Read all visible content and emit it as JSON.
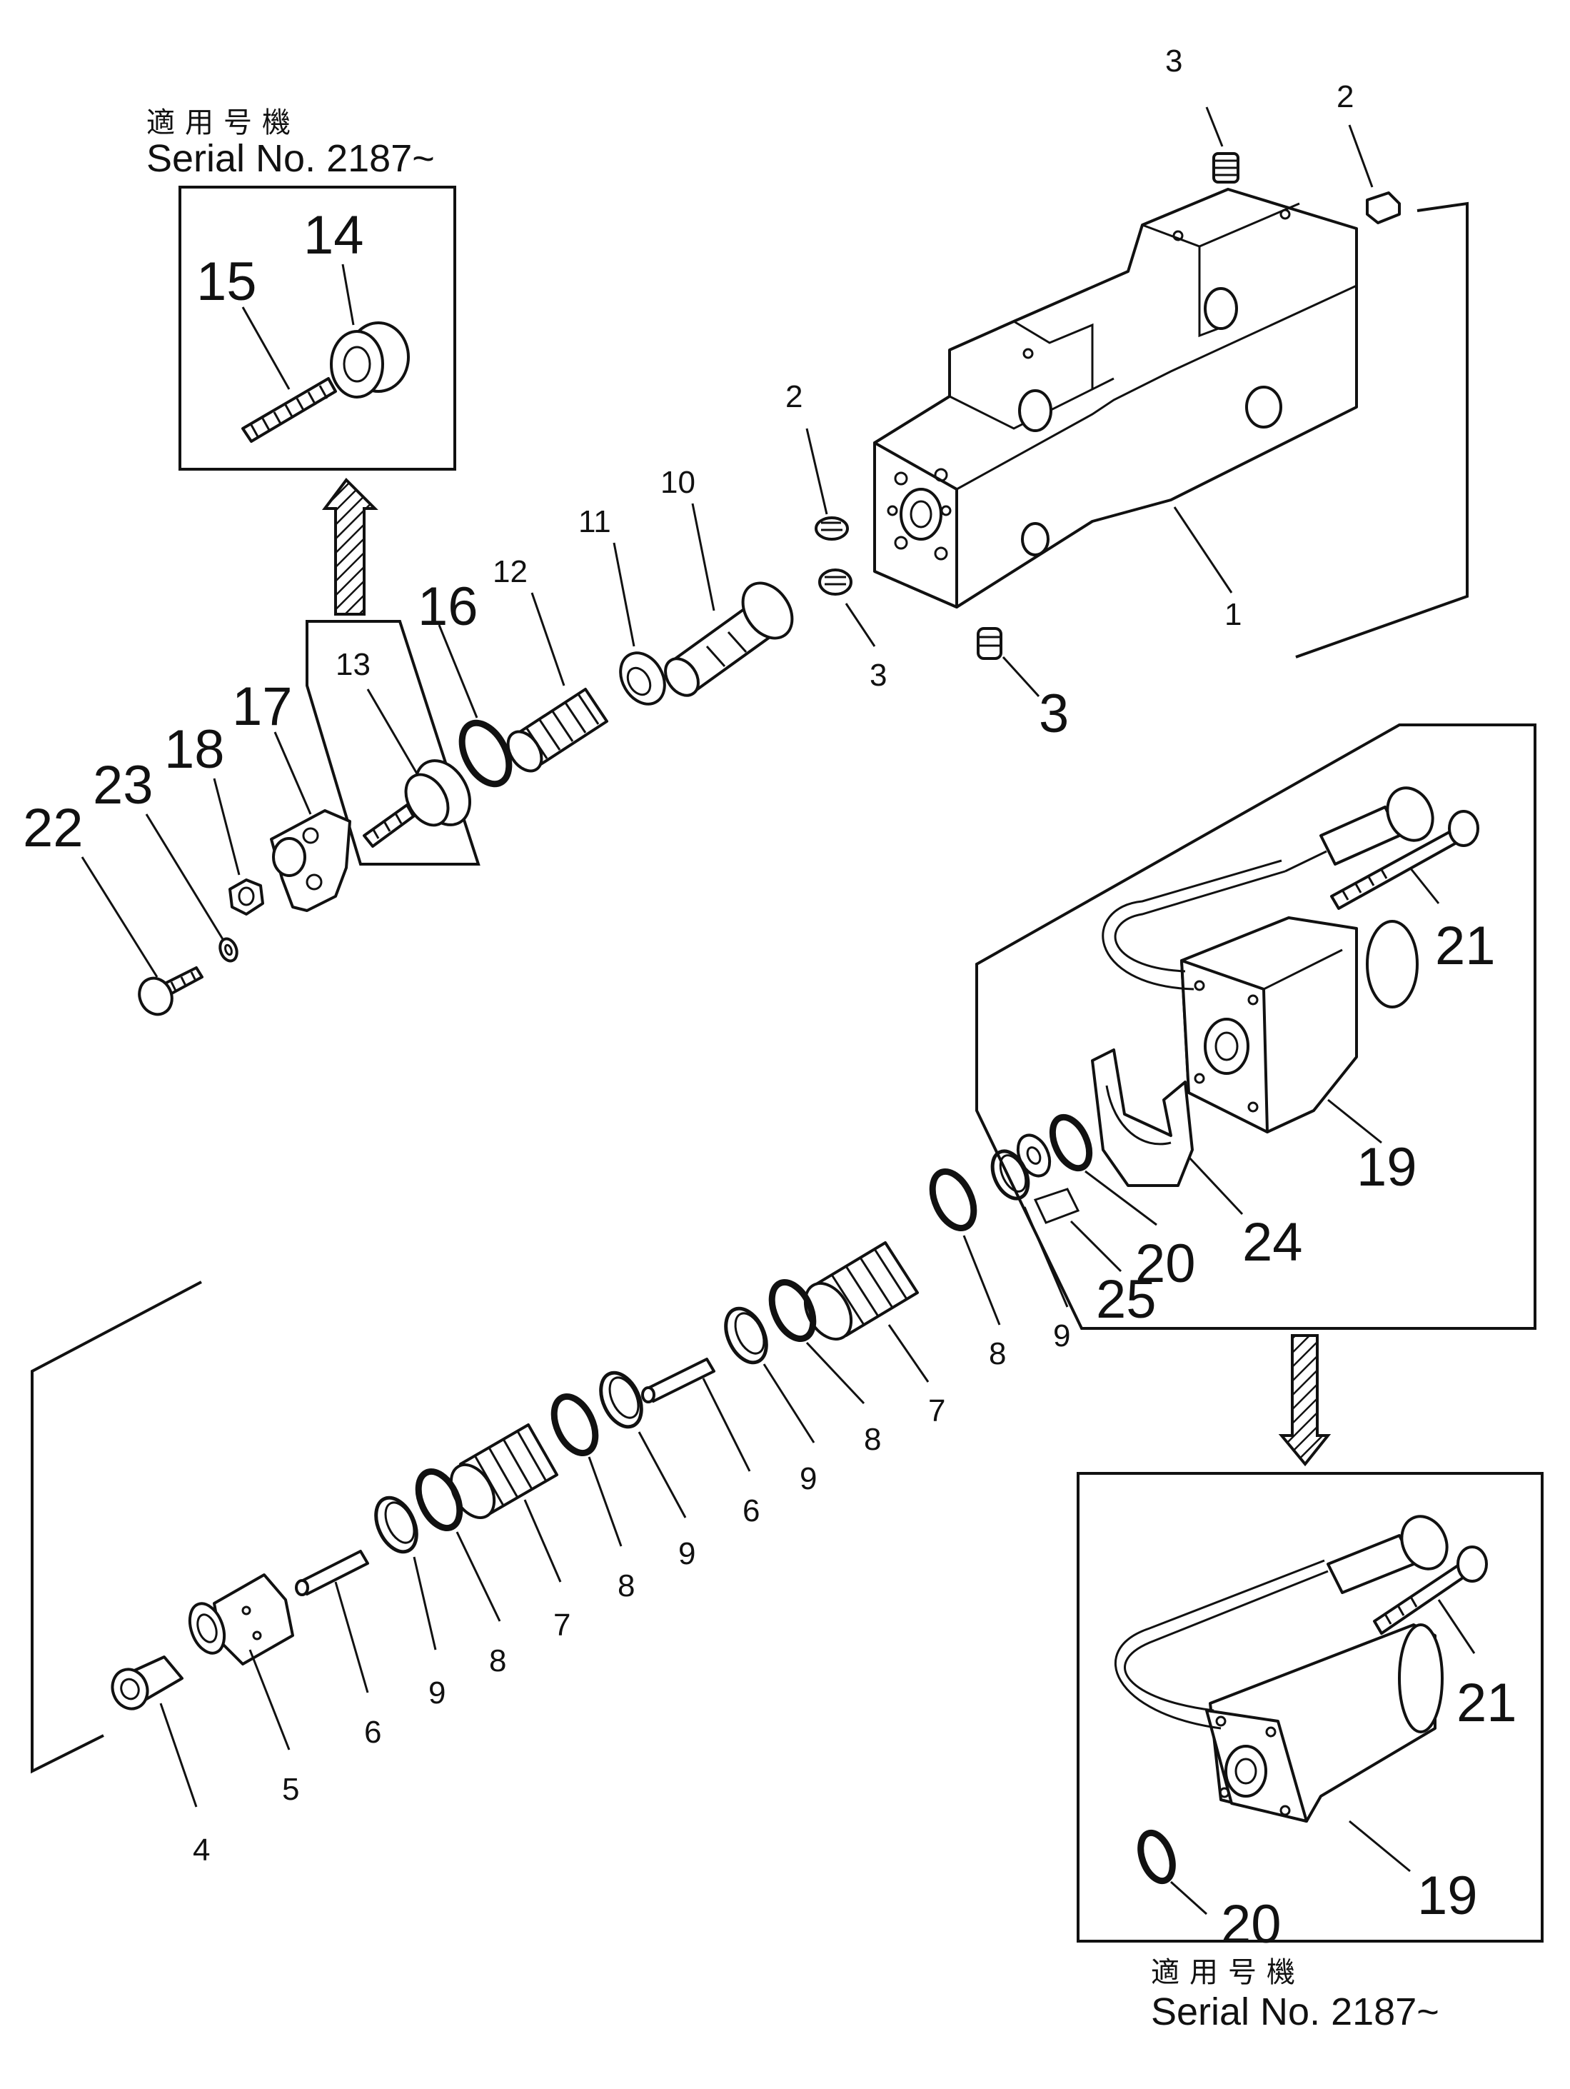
{
  "serial_notes": {
    "top": {
      "japanese": "適用号機",
      "serial": "Serial No. 2187~"
    },
    "bottom": {
      "japanese": "適用号機",
      "serial": "Serial No. 2187~"
    }
  },
  "labels": {
    "p1": "1",
    "p2a": "2",
    "p2b": "2",
    "p3a": "3",
    "p3b": "3",
    "p3c": "3",
    "p4": "4",
    "p5": "5",
    "p6a": "6",
    "p6b": "6",
    "p7a": "7",
    "p7b": "7",
    "p8a": "8",
    "p8b": "8",
    "p8c": "8",
    "p8d": "8",
    "p9a": "9",
    "p9b": "9",
    "p9c": "9",
    "p9d": "9",
    "p10": "10",
    "p11": "11",
    "p12": "12",
    "p13": "13",
    "p14": "14",
    "p15": "15",
    "p16": "16",
    "p17": "17",
    "p18": "18",
    "p19a": "19",
    "p19b": "19",
    "p20a": "20",
    "p20b": "20",
    "p21a": "21",
    "p21b": "21",
    "p22": "22",
    "p23": "23",
    "p24": "24",
    "p25": "25"
  }
}
